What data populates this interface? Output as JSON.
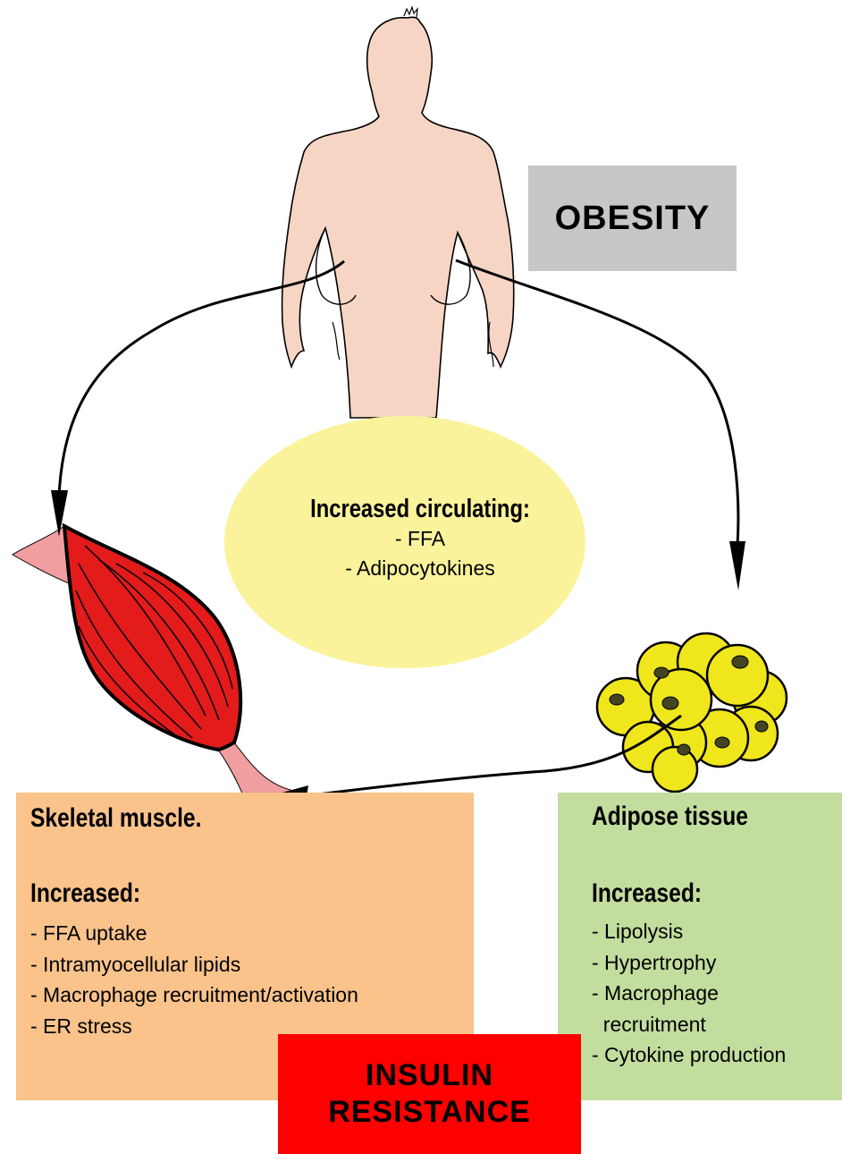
{
  "obesity_label": "OBESITY",
  "circulating": {
    "title": "Increased circulating:",
    "items": [
      "- FFA",
      "- Adipocytokines"
    ]
  },
  "skeletal_muscle": {
    "title": "Skeletal muscle.",
    "subtitle": "Increased:",
    "items": [
      "- FFA uptake",
      "- Intramyocellular lipids",
      "- Macrophage recruitment/activation",
      "- ER stress"
    ]
  },
  "adipose_tissue": {
    "title": "Adipose tissue",
    "subtitle": "Increased:",
    "items": [
      "- Lipolysis",
      "- Hypertrophy",
      "- Macrophage",
      "  recruitment",
      "- Cytokine production"
    ]
  },
  "insulin_resistance": {
    "line1": "INSULIN",
    "line2": "RESISTANCE"
  },
  "colors": {
    "skin": "#f6d5c4",
    "obesity_box": "#c7c7c7",
    "ellipse": "#fbf39b",
    "muscle_box": "#f9c38b",
    "adipose_box": "#c3dd9e",
    "insulin_box": "#fe0000",
    "muscle_red": "#e31b1b",
    "tendon_pink": "#f19ea0",
    "fat_yellow": "#f0e61c"
  }
}
